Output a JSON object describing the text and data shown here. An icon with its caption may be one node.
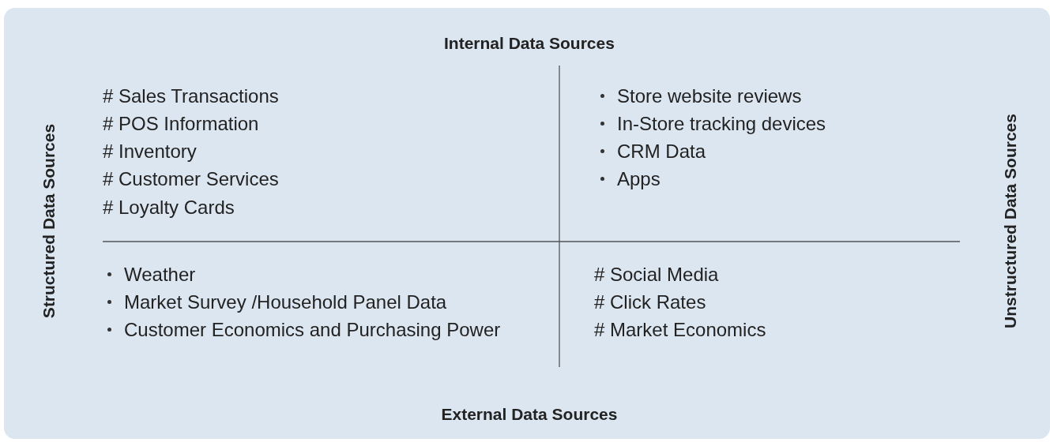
{
  "diagram": {
    "labels": [
      "Internal Data Sources",
      "Structured Data Sources",
      "Unstructured Data Sources",
      "# Sales Transactions",
      "# POS Information",
      "# Inventory",
      "# Customer Services",
      "# Loyalty Cards",
      "Store website reviews",
      "In-Store tracking devices",
      "CRM Data",
      "Apps",
      "Weather",
      "Market Survey /Household Panel Data",
      "Customer Economics and Purchasing Power",
      "# Social Media",
      "# Click Rates",
      "# Market Economics",
      "External Data Sources"
    ]
  }
}
